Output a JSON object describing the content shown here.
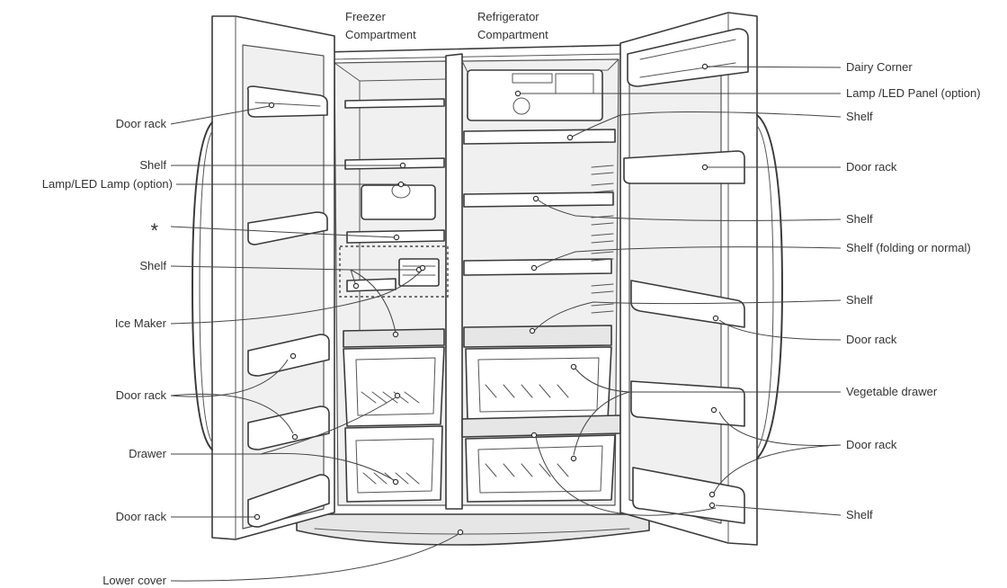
{
  "titles": {
    "freezer_line1": "Freezer",
    "freezer_line2": "Compartment",
    "fridge_line1": "Refrigerator",
    "fridge_line2": "Compartment"
  },
  "labels_left": {
    "door_rack_1": "Door rack",
    "shelf_1": "Shelf",
    "lamp_led_lamp": "Lamp/LED Lamp (option)",
    "asterisk": "*",
    "shelf_2": "Shelf",
    "ice_maker": "Ice Maker",
    "door_rack_2": "Door rack",
    "drawer": "Drawer",
    "door_rack_3": "Door rack",
    "lower_cover": "Lower cover"
  },
  "labels_right": {
    "dairy_corner": "Dairy Corner",
    "lamp_led_panel": "Lamp /LED Panel (option)",
    "shelf_1": "Shelf",
    "door_rack_1": "Door rack",
    "shelf_2": "Shelf",
    "shelf_folding": "Shelf (folding or normal)",
    "shelf_3": "Shelf",
    "door_rack_2": "Door rack",
    "vegetable_drawer": "Vegetable drawer",
    "door_rack_3": "Door rack",
    "shelf_4": "Shelf"
  }
}
